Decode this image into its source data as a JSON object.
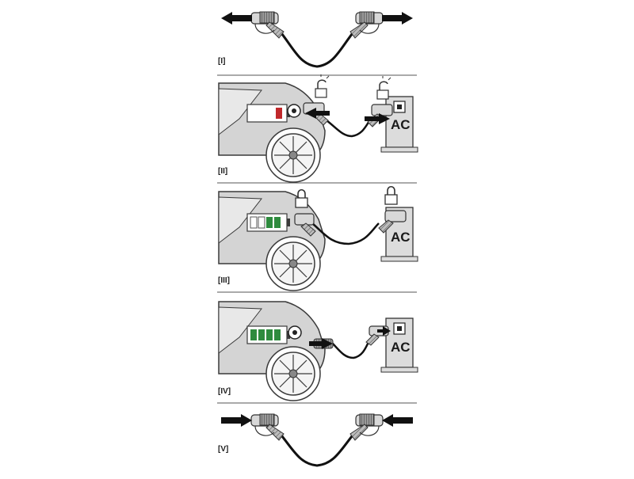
{
  "steps": [
    {
      "label": "[I]",
      "battery_fill": 0,
      "station": false,
      "locks": "none"
    },
    {
      "label": "[II]",
      "battery_fill": 0.2,
      "station": true,
      "locks": "open"
    },
    {
      "label": "[III]",
      "battery_fill": 0.4,
      "station": true,
      "locks": "closed"
    },
    {
      "label": "[IV]",
      "battery_fill": 1.0,
      "station": true,
      "locks": "none"
    },
    {
      "label": "[V]",
      "battery_fill": 0,
      "station": false,
      "locks": "none"
    }
  ],
  "station_text": "AC",
  "colors": {
    "battery_low": "#c0282b",
    "battery_charged": "#2e8b3e",
    "car_body": "#d4d4d4",
    "car_outline": "#3a3a3a",
    "station_fill": "#dcdcdc",
    "cable": "#111111"
  },
  "icons": [
    "plug-icon",
    "arrow-icon",
    "padlock-open-icon",
    "padlock-closed-icon",
    "battery-icon",
    "charging-station-icon",
    "car-icon"
  ]
}
